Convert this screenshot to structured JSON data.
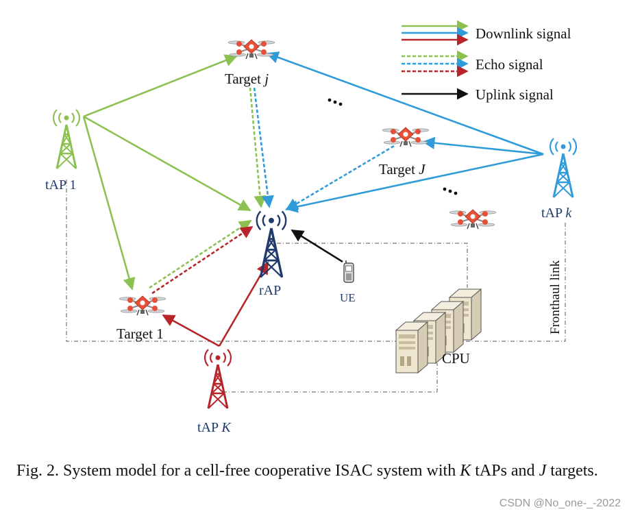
{
  "legend": {
    "downlink": "Downlink signal",
    "echo": "Echo signal",
    "uplink": "Uplink signal"
  },
  "labels": {
    "tap1": "tAP 1",
    "tapk_prefix": "tAP ",
    "tapk_var": "k",
    "tapK_prefix": "tAP ",
    "tapK_var": "K",
    "rap": "rAP",
    "ue": "UE",
    "cpu": "CPU",
    "fronthaul": "Fronthaul link",
    "target_j_prefix": "Target ",
    "target_j_var": "j",
    "target_J_prefix": "Target ",
    "target_J_var": "J",
    "target_1": "Target 1"
  },
  "caption": {
    "prefix": "Fig. 2.  System model for a cell-free cooperative ISAC system with ",
    "var_K": "K",
    "mid": " tAPs and ",
    "var_J": "J",
    "suffix": " targets."
  },
  "watermark": "CSDN @No_one-_-2022",
  "colors": {
    "green": "#8cc152",
    "blue": "#2f9bd8",
    "red": "#b7242a",
    "navy": "#1f3a6b",
    "black": "#111111",
    "drone": "#e8503a"
  }
}
